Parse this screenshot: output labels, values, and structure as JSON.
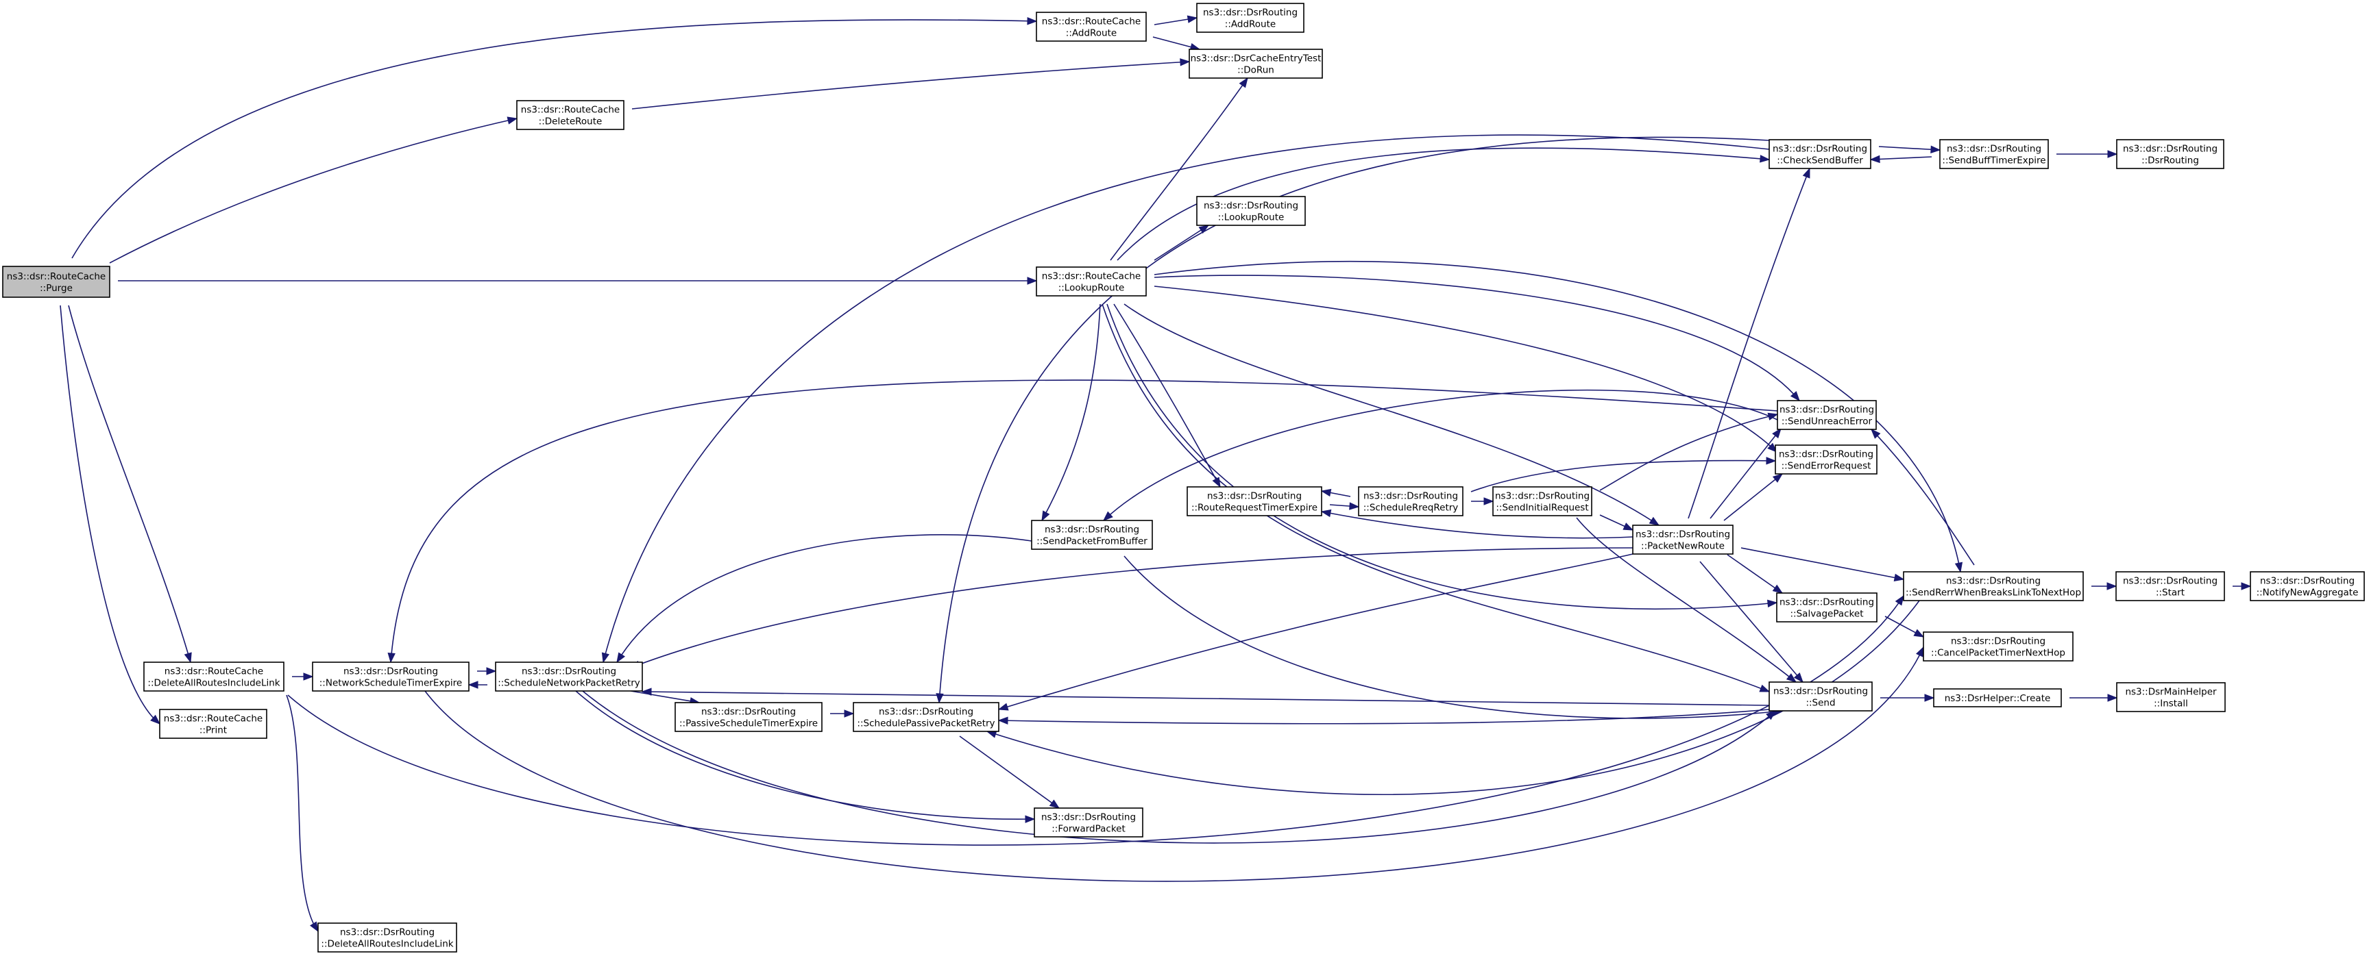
{
  "diagram": {
    "highlight_color": "#bfbfbf",
    "edge_color": "#191970",
    "nodes": [
      {
        "id": "purge",
        "lines": [
          "ns3::dsr::RouteCache",
          "::Purge"
        ],
        "highlight": true
      },
      {
        "id": "addroute",
        "lines": [
          "ns3::dsr::RouteCache",
          "::AddRoute"
        ]
      },
      {
        "id": "dsr_addroute",
        "lines": [
          "ns3::dsr::DsrRouting",
          "::AddRoute"
        ]
      },
      {
        "id": "dorun",
        "lines": [
          "ns3::dsr::DsrCacheEntryTest",
          "::DoRun"
        ]
      },
      {
        "id": "deleteroute",
        "lines": [
          "ns3::dsr::RouteCache",
          "::DeleteRoute"
        ]
      },
      {
        "id": "checksendbuffer",
        "lines": [
          "ns3::dsr::DsrRouting",
          "::CheckSendBuffer"
        ]
      },
      {
        "id": "sendbufftimerexpire",
        "lines": [
          "ns3::dsr::DsrRouting",
          "::SendBuffTimerExpire"
        ]
      },
      {
        "id": "dsrrouting_ctor",
        "lines": [
          "ns3::dsr::DsrRouting",
          "::DsrRouting"
        ]
      },
      {
        "id": "dsr_lookuproute",
        "lines": [
          "ns3::dsr::DsrRouting",
          "::LookupRoute"
        ]
      },
      {
        "id": "lookuproute",
        "lines": [
          "ns3::dsr::RouteCache",
          "::LookupRoute"
        ]
      },
      {
        "id": "sendunreacherror",
        "lines": [
          "ns3::dsr::DsrRouting",
          "::SendUnreachError"
        ]
      },
      {
        "id": "senderrorrequest",
        "lines": [
          "ns3::dsr::DsrRouting",
          "::SendErrorRequest"
        ]
      },
      {
        "id": "routerequesttimerexpire",
        "lines": [
          "ns3::dsr::DsrRouting",
          "::RouteRequestTimerExpire"
        ]
      },
      {
        "id": "schedulerreqretry",
        "lines": [
          "ns3::dsr::DsrRouting",
          "::ScheduleRreqRetry"
        ]
      },
      {
        "id": "sendinitialrequest",
        "lines": [
          "ns3::dsr::DsrRouting",
          "::SendInitialRequest"
        ]
      },
      {
        "id": "packetnewroute",
        "lines": [
          "ns3::dsr::DsrRouting",
          "::PacketNewRoute"
        ]
      },
      {
        "id": "sendpacketfrombuffer",
        "lines": [
          "ns3::dsr::DsrRouting",
          "::SendPacketFromBuffer"
        ]
      },
      {
        "id": "sendrerr",
        "lines": [
          "ns3::dsr::DsrRouting",
          "::SendRerrWhenBreaksLinkToNextHop"
        ]
      },
      {
        "id": "start",
        "lines": [
          "ns3::dsr::DsrRouting",
          "::Start"
        ]
      },
      {
        "id": "notifynewaggregate",
        "lines": [
          "ns3::dsr::DsrRouting",
          "::NotifyNewAggregate"
        ]
      },
      {
        "id": "salvagepacket",
        "lines": [
          "ns3::dsr::DsrRouting",
          "::SalvagePacket"
        ]
      },
      {
        "id": "cancelpackettimer",
        "lines": [
          "ns3::dsr::DsrRouting",
          "::CancelPacketTimerNextHop"
        ]
      },
      {
        "id": "deleteallroutes",
        "lines": [
          "ns3::dsr::RouteCache",
          "::DeleteAllRoutesIncludeLink"
        ]
      },
      {
        "id": "networkscheduletimerexpire",
        "lines": [
          "ns3::dsr::DsrRouting",
          "::NetworkScheduleTimerExpire"
        ]
      },
      {
        "id": "schedulenetworkpacketretry",
        "lines": [
          "ns3::dsr::DsrRouting",
          "::ScheduleNetworkPacketRetry"
        ]
      },
      {
        "id": "send",
        "lines": [
          "ns3::dsr::DsrRouting",
          "::Send"
        ]
      },
      {
        "id": "dsrhelper_create",
        "lines": [
          "ns3::DsrHelper::Create"
        ]
      },
      {
        "id": "dsrmainhelper_install",
        "lines": [
          "ns3::DsrMainHelper",
          "::Install"
        ]
      },
      {
        "id": "print",
        "lines": [
          "ns3::dsr::RouteCache",
          "::Print"
        ]
      },
      {
        "id": "passivescheduletimerexpire",
        "lines": [
          "ns3::dsr::DsrRouting",
          "::PassiveScheduleTimerExpire"
        ]
      },
      {
        "id": "schedulepassivepacketretry",
        "lines": [
          "ns3::dsr::DsrRouting",
          "::SchedulePassivePacketRetry"
        ]
      },
      {
        "id": "forwardpacket",
        "lines": [
          "ns3::dsr::DsrRouting",
          "::ForwardPacket"
        ]
      },
      {
        "id": "dsr_deleteallroutes",
        "lines": [
          "ns3::dsr::DsrRouting",
          "::DeleteAllRoutesIncludeLink"
        ]
      }
    ]
  }
}
